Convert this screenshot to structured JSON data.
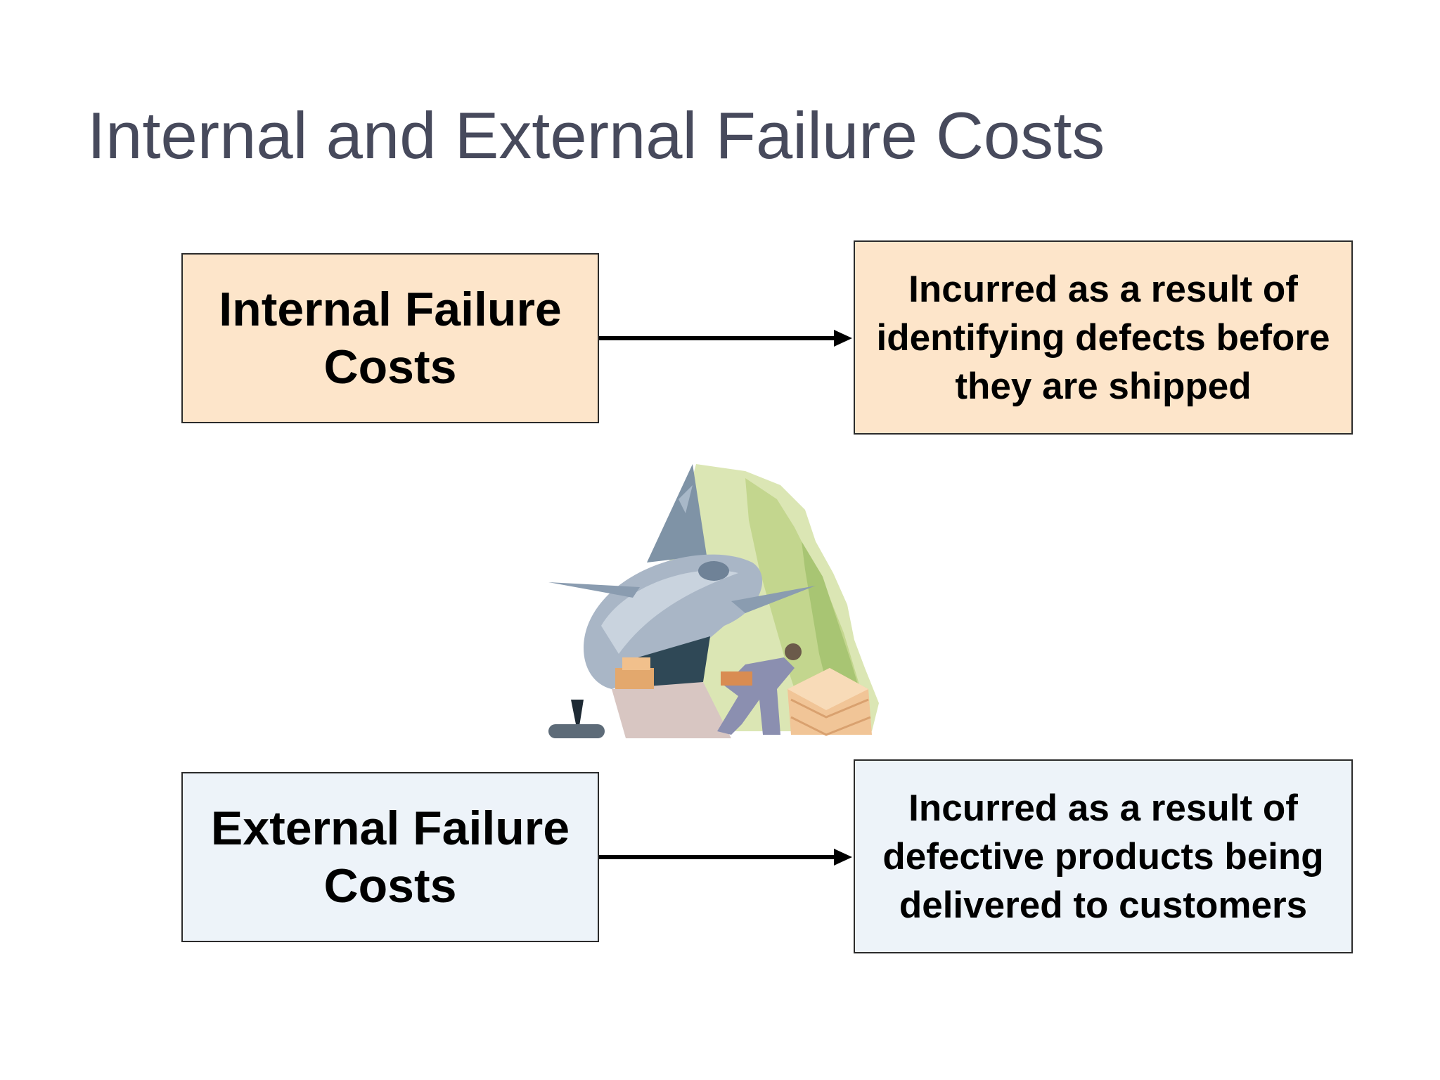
{
  "slide": {
    "title": "Internal and External Failure Costs"
  },
  "internal": {
    "label": "Internal Failure Costs",
    "description": "Incurred as a result of identifying defects before they are shipped"
  },
  "external": {
    "label": "External Failure Costs",
    "description": "Incurred as a result of defective products being delivered to customers"
  },
  "colors": {
    "internal_fill": "#fde5ca",
    "external_fill": "#edf3f9",
    "title_text": "#474a5c",
    "arrow": "#000000"
  },
  "illustration": {
    "icon": "cargo-plane-loading-clipart"
  }
}
